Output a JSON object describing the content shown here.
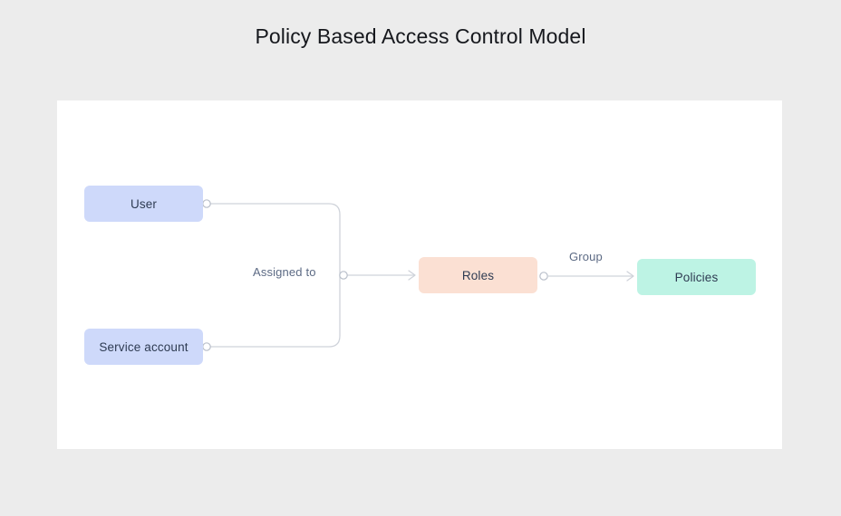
{
  "page": {
    "title": "Policy Based Access Control Model",
    "background_color": "#ececec",
    "canvas_color": "#ffffff"
  },
  "diagram": {
    "type": "flow-diagram",
    "nodes": [
      {
        "id": "user",
        "label": "User",
        "color": "#ced9fa",
        "text_color": "#2e3b52"
      },
      {
        "id": "service-account",
        "label": "Service account",
        "color": "#ced9fa",
        "text_color": "#2e3b52"
      },
      {
        "id": "roles",
        "label": "Roles",
        "color": "#fbe0d3",
        "text_color": "#2e3b52"
      },
      {
        "id": "policies",
        "label": "Policies",
        "color": "#bdf3e4",
        "text_color": "#2e3b52"
      }
    ],
    "edges": [
      {
        "id": "assigned-to",
        "label": "Assigned to",
        "from": "user",
        "to": "roles",
        "label_color": "#5c6a84"
      },
      {
        "id": "assigned-to-service",
        "label": "",
        "from": "service-account",
        "to": "roles",
        "label_color": "#5c6a84"
      },
      {
        "id": "group",
        "label": "Group",
        "from": "roles",
        "to": "policies",
        "label_color": "#5c6a84"
      }
    ],
    "edge_color": "#cfd3da"
  }
}
